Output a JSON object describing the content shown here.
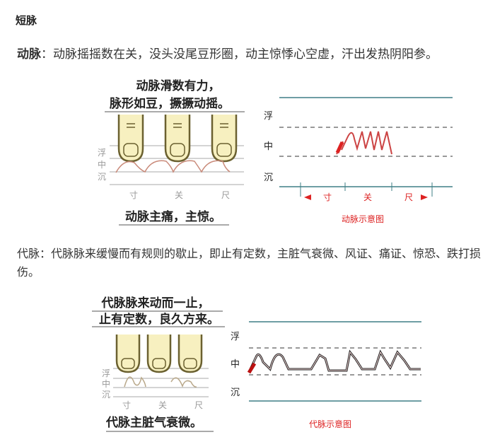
{
  "title": "短脉",
  "section1": {
    "term": "动脉",
    "text": "：动脉摇摇数在关，没头没尾豆形圈，动主惊悸心空虚，汗出发热阴阳参。",
    "figure_left": {
      "verse_line1": "动脉滑数有力，",
      "verse_line2": "脉形如豆，撅撅动摇。",
      "depth_labels": [
        "浮",
        "中",
        "沉"
      ],
      "position_labels": [
        "寸",
        "关",
        "尺"
      ],
      "caption": "动脉主痛，主惊。"
    },
    "figure_right": {
      "depth_labels": [
        "浮",
        "中",
        "沉"
      ],
      "position_labels": [
        "寸",
        "关",
        "尺"
      ],
      "caption": "动脉示意图"
    }
  },
  "section2": {
    "text": "代脉：代脉脉来缓慢而有规则的歇止，即止有定数，主脏气衰微、风证、痛证、惊恐、跌打损伤。",
    "figure_left": {
      "verse_line1": "代脉脉来动而一止，",
      "verse_line2": "止有定数，良久方来。",
      "depth_labels": [
        "浮",
        "中",
        "沉"
      ],
      "position_labels": [
        "寸",
        "关",
        "尺"
      ],
      "caption": "代脉主脏气衰微。"
    },
    "figure_right": {
      "depth_labels": [
        "浮",
        "中",
        "沉"
      ],
      "caption": "代脉示意图"
    }
  },
  "colors": {
    "teal_line": "#3f7f86",
    "red": "#d22222",
    "finger": "#f7f0c0"
  }
}
